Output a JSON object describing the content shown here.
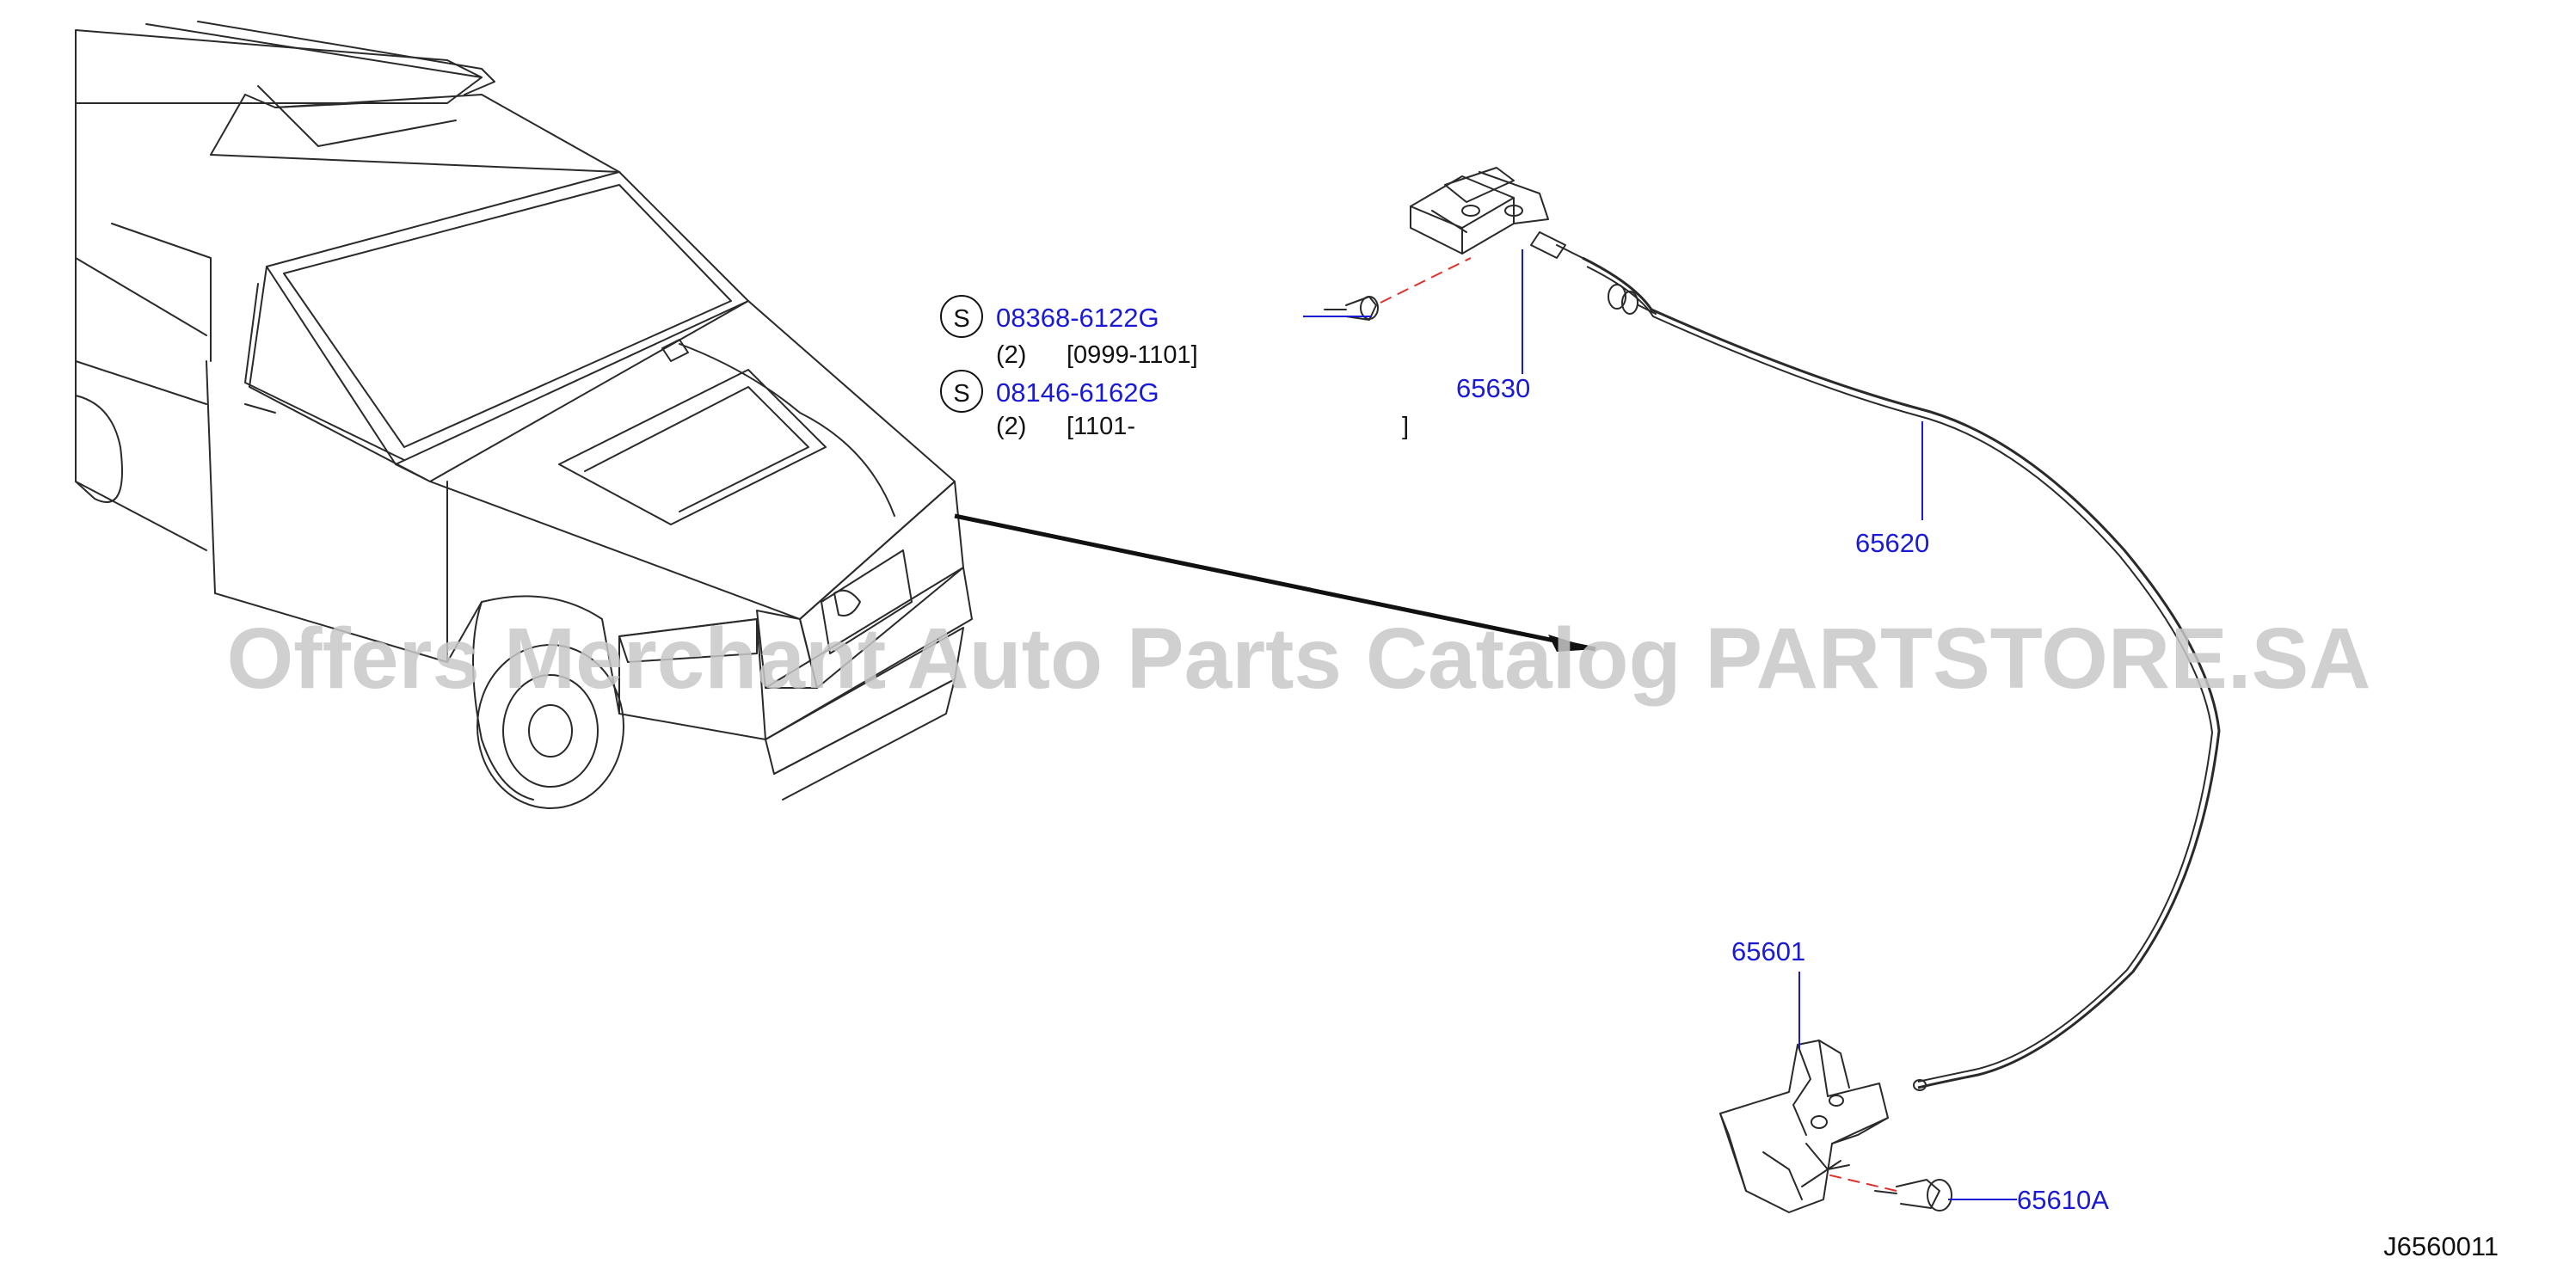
{
  "watermark": "Offers Merchant Auto Parts Catalog PARTSTORE.SA",
  "diagram_code": "J6560011",
  "colors": {
    "part_link": "#1a1ad6",
    "leader": "#1a1ad6",
    "linework": "#2a2a2a",
    "watermark": "#c8c8c8",
    "centerline": "#e0302a"
  },
  "screw_callouts": [
    {
      "symbol": "S",
      "part_number": "08368-6122G",
      "quantity": "(2)",
      "range": "[0999-1101]"
    },
    {
      "symbol": "S",
      "part_number": "08146-6162G",
      "quantity": "(2)",
      "range": "[1101-",
      "range_close": "]"
    }
  ],
  "parts": {
    "p65630": "65630",
    "p65620": "65620",
    "p65601": "65601",
    "p65610A": "65610A"
  }
}
